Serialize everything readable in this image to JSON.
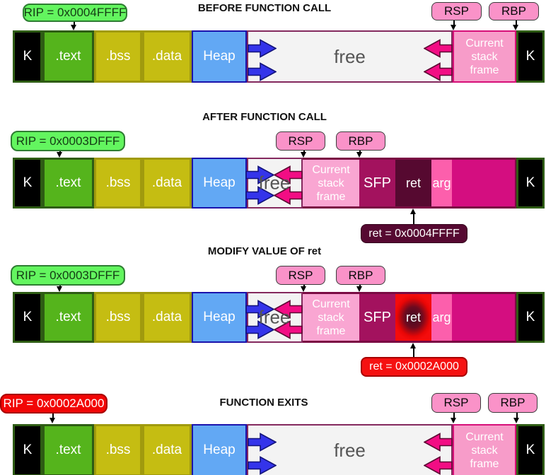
{
  "palette": {
    "rip_green": "#63f55f",
    "rip_red": "#f20505",
    "register_pink": "#fa92c8",
    "text_section_green": "#55b41c",
    "bss_data_yellow": "#c5bd12",
    "heap_blue": "#62a8f4",
    "free_background": "#f3f3f3",
    "stack_frame_pink": "#f79cc9",
    "sfp_magenta": "#a3125e",
    "ret_dark_maroon": "#560930",
    "arg_pink": "#fc5fac",
    "stack_rest_magenta": "#d40e80",
    "arrow_blue": "#3434ea",
    "arrow_pink": "#f20d84"
  },
  "rows": [
    {
      "title": "BEFORE FUNCTION CALL",
      "rip": "RIP = 0x0004FFFF",
      "rsp": "RSP",
      "rbp": "RBP",
      "seg": {
        "k1": "K",
        "text": ".text",
        "bss": ".bss",
        "data": ".data",
        "heap": "Heap",
        "free": "free",
        "csf": "Current stack frame",
        "k2": "K"
      }
    },
    {
      "title": "AFTER FUNCTION CALL",
      "rip": "RIP = 0x0003DFFF",
      "rsp": "RSP",
      "rbp": "RBP",
      "ret_note": "ret = 0x0004FFFF",
      "seg": {
        "k1": "K",
        "text": ".text",
        "bss": ".bss",
        "data": ".data",
        "heap": "Heap",
        "free": "free",
        "csf": "Current stack frame",
        "sfp": "SFP",
        "ret": "ret",
        "arg": "arg",
        "k2": "K"
      }
    },
    {
      "title": "MODIFY VALUE OF ret",
      "rip": "RIP = 0x0003DFFF",
      "rsp": "RSP",
      "rbp": "RBP",
      "ret_note": "ret = 0x0002A000",
      "seg": {
        "k1": "K",
        "text": ".text",
        "bss": ".bss",
        "data": ".data",
        "heap": "Heap",
        "free": "free",
        "csf": "Current stack frame",
        "sfp": "SFP",
        "ret": "ret",
        "arg": "arg",
        "k2": "K"
      }
    },
    {
      "title": "FUNCTION EXITS",
      "rip": "RIP = 0x0002A000",
      "rsp": "RSP",
      "rbp": "RBP",
      "seg": {
        "k1": "K",
        "text": ".text",
        "bss": ".bss",
        "data": ".data",
        "heap": "Heap",
        "free": "free",
        "csf": "Current stack frame",
        "k2": "K"
      }
    }
  ]
}
